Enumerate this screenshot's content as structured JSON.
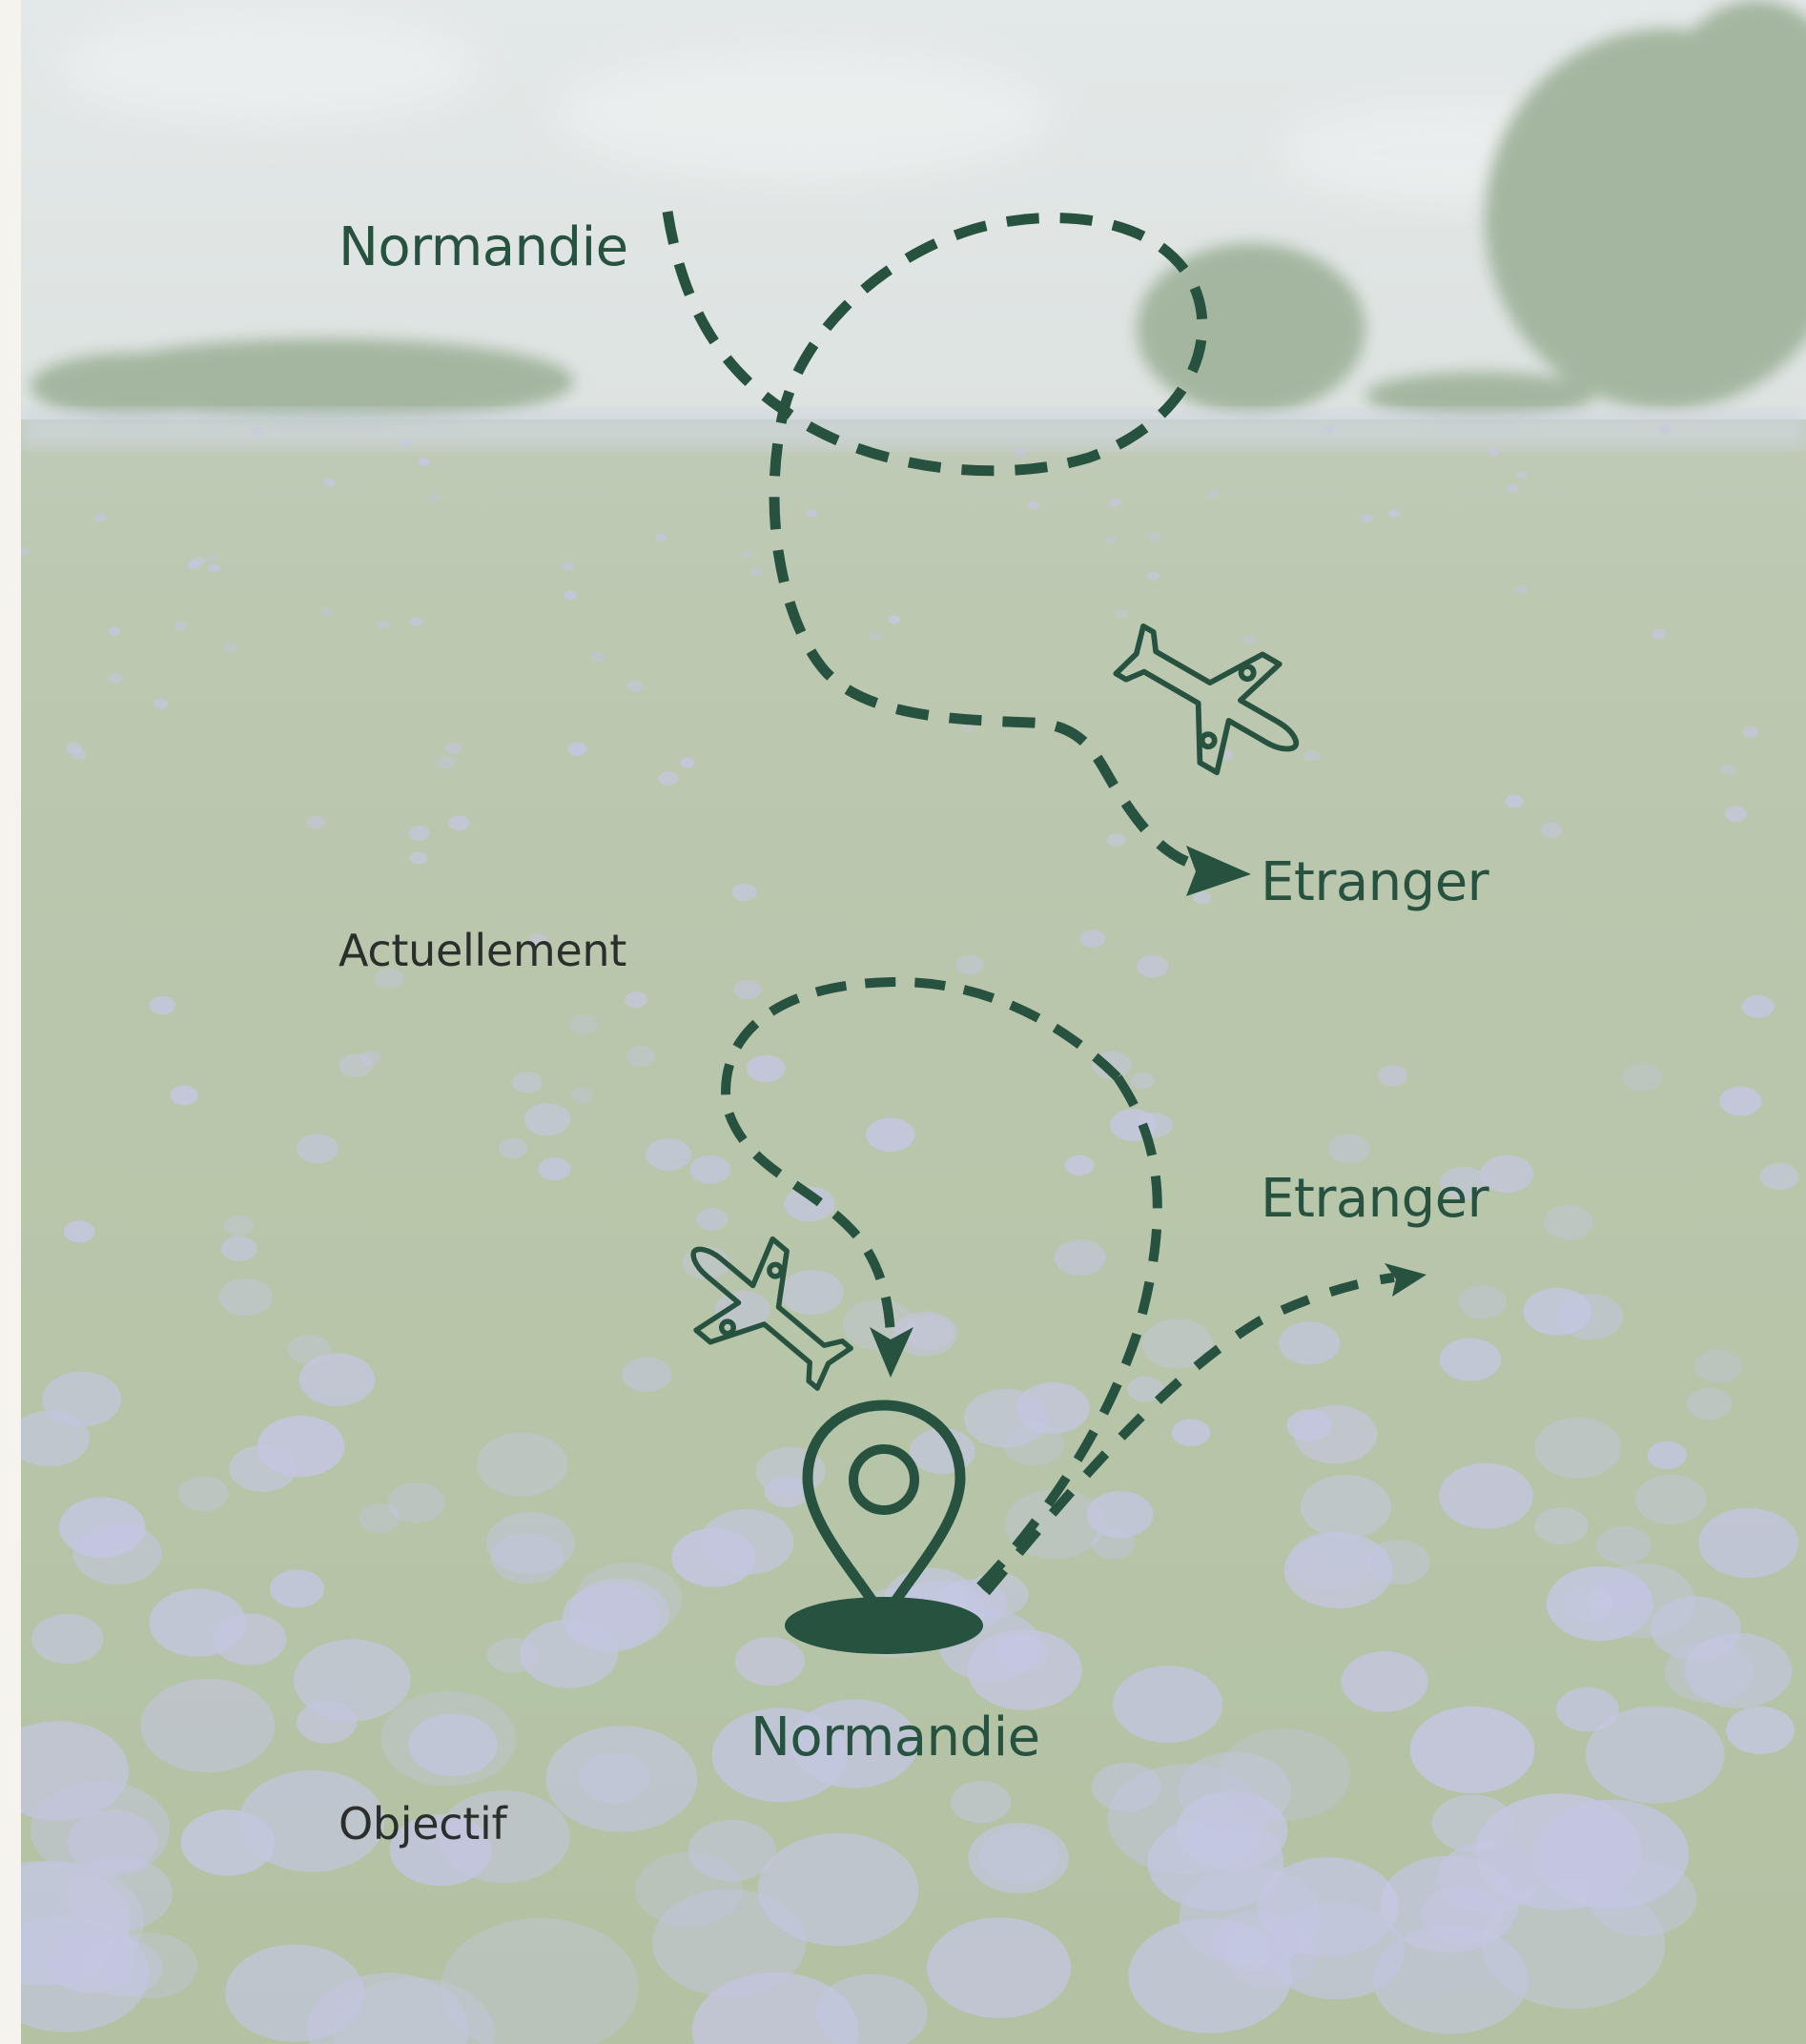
{
  "labels": {
    "origin_top": "Normandie",
    "dest_top": "Etranger",
    "caption_current": "Actuellement",
    "dest_bottom": "Etranger",
    "origin_bottom": "Normandie",
    "caption_goal": "Objectif"
  },
  "icons": {
    "plane": "airplane-icon",
    "pin": "location-pin-icon"
  },
  "colors": {
    "ink": "#27523f",
    "caption": "#2a2f2c",
    "sky": "#dfe5e4",
    "field": "#b8c6ab",
    "flower": "#c4c5e6",
    "trees": "#9fb39b",
    "page": "#f4f3ee"
  }
}
